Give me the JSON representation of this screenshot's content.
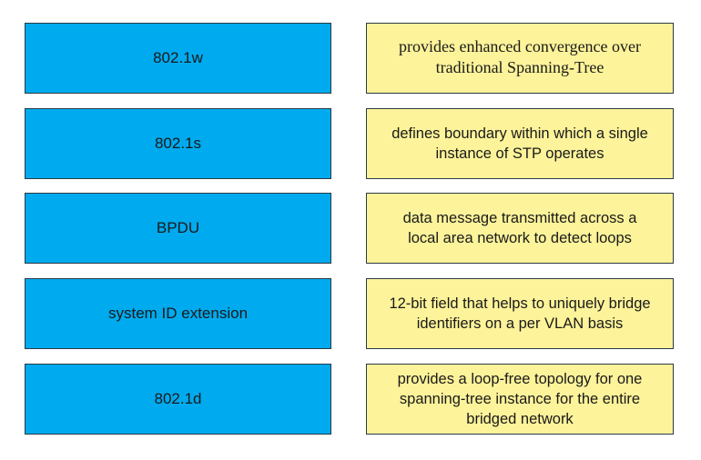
{
  "rows": [
    {
      "term": "802.1w",
      "description": "provides enhanced convergence over\ntraditional Spanning-Tree"
    },
    {
      "term": "802.1s",
      "description": "defines boundary within which a single\ninstance of STP operates"
    },
    {
      "term": "BPDU",
      "description": "data message transmitted across a\nlocal area network to detect loops"
    },
    {
      "term": "system ID extension",
      "description": "12-bit field that helps to uniquely bridge\nidentifiers on a per VLAN basis"
    },
    {
      "term": "802.1d",
      "description": "provides a loop-free topology for one\nspanning-tree instance for the entire\nbridged network"
    }
  ],
  "colors": {
    "term_box": "#00aaee",
    "description_box": "#fdf39a",
    "border": "#2a3a44"
  }
}
